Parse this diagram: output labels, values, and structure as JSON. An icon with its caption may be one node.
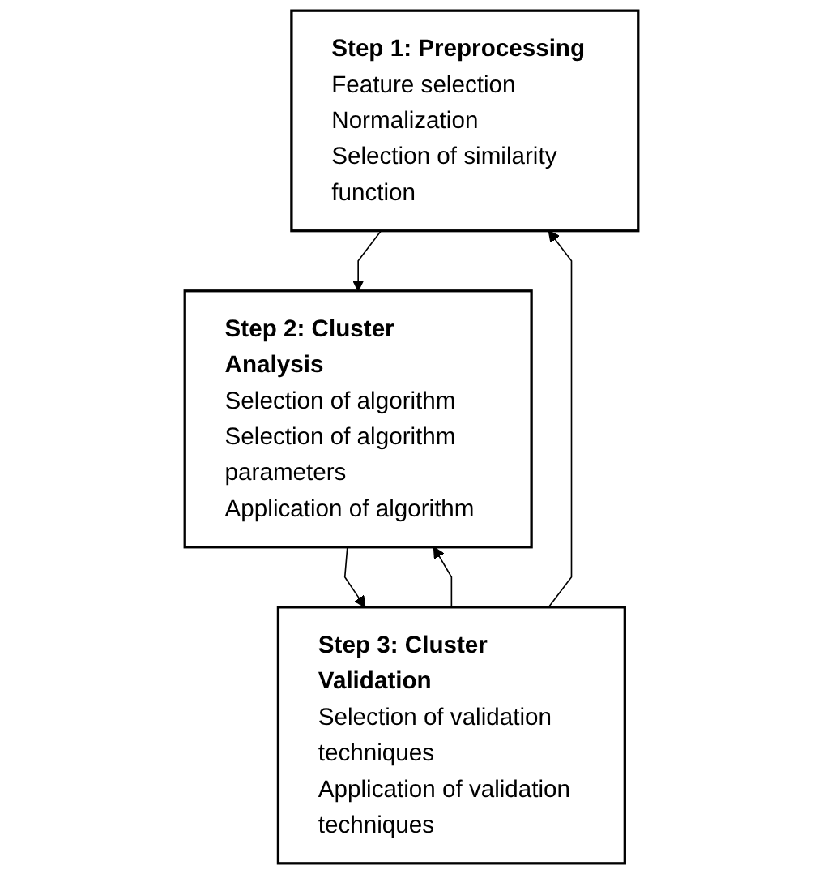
{
  "diagram": {
    "nodes": [
      {
        "text": [
          "Step 1: Preprocessing",
          "Feature selection",
          "Normalization",
          "Selection of similarity function"
        ]
      },
      {
        "text": [
          "Step 2: Cluster Analysis",
          "Selection of algorithm",
          "Selection of algorithm parameters",
          "Application of algorithm"
        ]
      },
      {
        "text": [
          "Step 3: Cluster Validation",
          "Selection of validation techniques",
          "Application of validation techniques"
        ]
      }
    ],
    "edges": [
      {
        "from": 0,
        "to": 1,
        "arrow": "to"
      },
      {
        "from": 1,
        "to": 2,
        "arrow": "to"
      },
      {
        "from": 2,
        "to": 0,
        "arrow": "to"
      },
      {
        "from": 2,
        "to": 1,
        "arrow": "to"
      }
    ]
  }
}
